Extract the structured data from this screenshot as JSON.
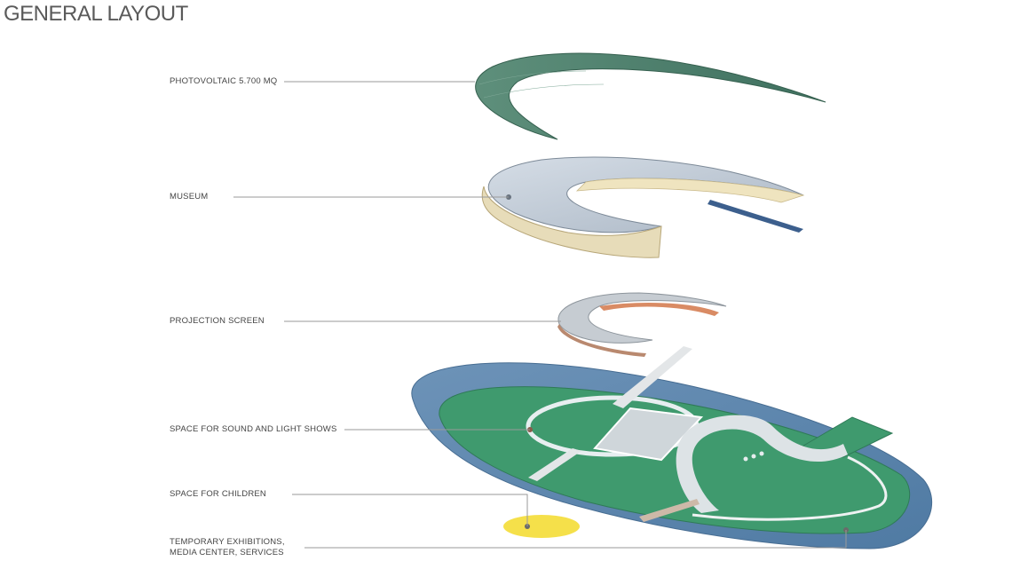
{
  "title": "GENERAL LAYOUT",
  "labels": {
    "photovoltaic": "PHOTOVOLTAIC 5.700 MQ",
    "museum": "MUSEUM",
    "projection": "PROJECTION SCREEN",
    "sound_light": "SPACE FOR SOUND AND LIGHT SHOWS",
    "children": "SPACE FOR CHILDREN",
    "temporary_1": "TEMPORARY EXHIBITIONS,",
    "temporary_2": "MEDIA CENTER, SERVICES"
  },
  "colors": {
    "photovoltaic": "#4e8470",
    "museum_top": "#c9d3dc",
    "museum_inner": "#e6d7a8",
    "projection_top": "#c9ced2",
    "projection_band": "#d98b64",
    "water": "#5d87ad",
    "grass": "#3f9a6e",
    "children_spot": "#f5e04a",
    "leader": "#9a9a9a"
  }
}
